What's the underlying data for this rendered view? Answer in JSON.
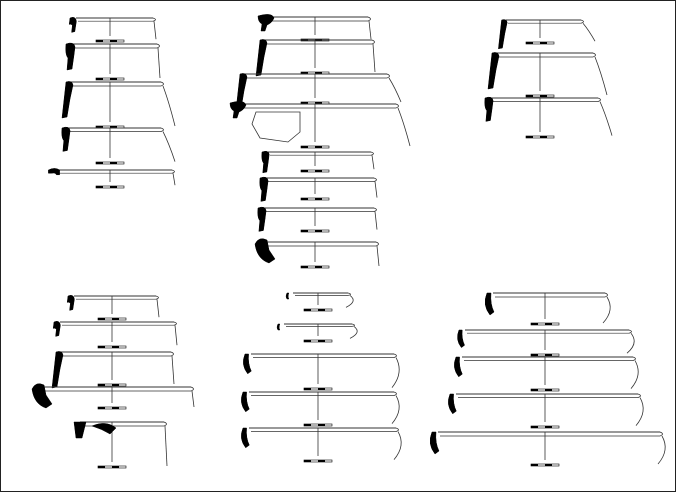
{
  "plate": {
    "style": {
      "ink": "#000000",
      "line": "#333333",
      "paper": "#ffffff",
      "frame": "#1a1a1a"
    }
  },
  "groups": [
    {
      "id": "group-1",
      "profiles": [
        {
          "shape": "hook-small",
          "body": "straight"
        },
        {
          "shape": "thick-rim",
          "body": "straight"
        },
        {
          "shape": "long-rim",
          "body": "flared"
        },
        {
          "shape": "thick-rim",
          "body": "flared"
        },
        {
          "shape": "everted-lip",
          "body": "straight"
        }
      ]
    },
    {
      "id": "group-2",
      "profiles": [
        {
          "shape": "hook-large",
          "body": "straight"
        },
        {
          "shape": "long-rim",
          "body": "straight"
        },
        {
          "shape": "long-rim",
          "body": "flared"
        },
        {
          "shape": "hook-large",
          "body": "flared",
          "section_fill": true
        },
        {
          "shape": "thick-rim",
          "body": "straight"
        },
        {
          "shape": "thick-rim",
          "body": "straight"
        },
        {
          "shape": "thick-rim",
          "body": "straight"
        },
        {
          "shape": "blob-rim",
          "body": "straight"
        }
      ]
    },
    {
      "id": "group-3",
      "profiles": [
        {
          "shape": "long-rim",
          "body": "flared"
        },
        {
          "shape": "long-rim",
          "body": "flared"
        },
        {
          "shape": "thick-rim",
          "body": "flared"
        }
      ]
    },
    {
      "id": "group-4",
      "profiles": [
        {
          "shape": "hook-small",
          "body": "straight"
        },
        {
          "shape": "hook-small",
          "body": "straight"
        },
        {
          "shape": "long-rim",
          "body": "straight"
        },
        {
          "shape": "blob-rim",
          "body": "straight"
        },
        {
          "shape": "v-vessel",
          "body": "straight"
        }
      ]
    },
    {
      "id": "group-5",
      "profiles": [
        {
          "shape": "small-bowl",
          "body": "round"
        },
        {
          "shape": "small-bowl",
          "body": "round"
        },
        {
          "shape": "bowl",
          "body": "round"
        },
        {
          "shape": "bowl",
          "body": "round"
        },
        {
          "shape": "bowl",
          "body": "round"
        }
      ]
    },
    {
      "id": "group-6",
      "profiles": [
        {
          "shape": "bowl",
          "body": "round"
        },
        {
          "shape": "bowl",
          "body": "round"
        },
        {
          "shape": "bowl",
          "body": "round"
        },
        {
          "shape": "bowl",
          "body": "round"
        },
        {
          "shape": "bowl",
          "body": "round"
        }
      ]
    }
  ]
}
